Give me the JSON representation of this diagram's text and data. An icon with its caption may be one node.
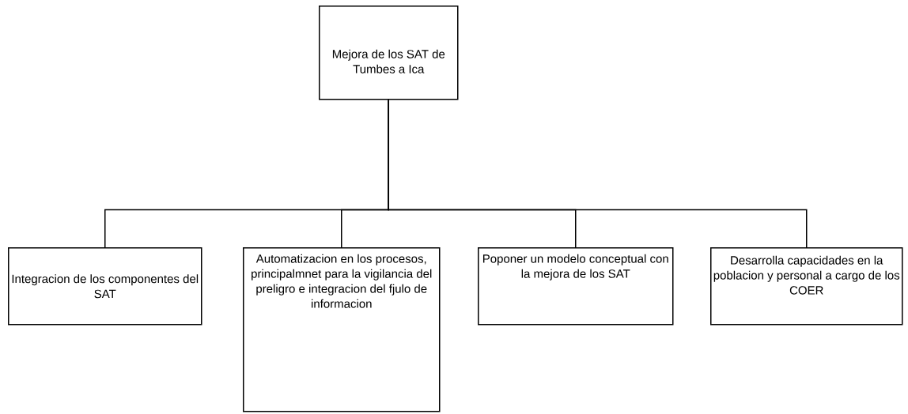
{
  "diagram": {
    "nodes": [
      {
        "text": [
          "Mejora de los SAT de Tumbes a Ica"
        ]
      },
      {
        "text": [
          "Integracion de los componentes del SAT"
        ]
      },
      {
        "text": [
          "Automatizacion en los procesos, principalmnet para la vigilancia del preligro e integracion del fjulo de informacion"
        ]
      },
      {
        "text": [
          "Poponer un modelo conceptual con la mejora de los SAT"
        ]
      },
      {
        "text": [
          "Desarrolla capacidades en la poblacion y personal a cargo de los COER"
        ]
      }
    ],
    "edges": [
      {
        "from": 0,
        "to": 1,
        "arrow": "none"
      },
      {
        "from": 0,
        "to": 2,
        "arrow": "none"
      },
      {
        "from": 0,
        "to": 3,
        "arrow": "none"
      },
      {
        "from": 0,
        "to": 4,
        "arrow": "none"
      }
    ]
  }
}
